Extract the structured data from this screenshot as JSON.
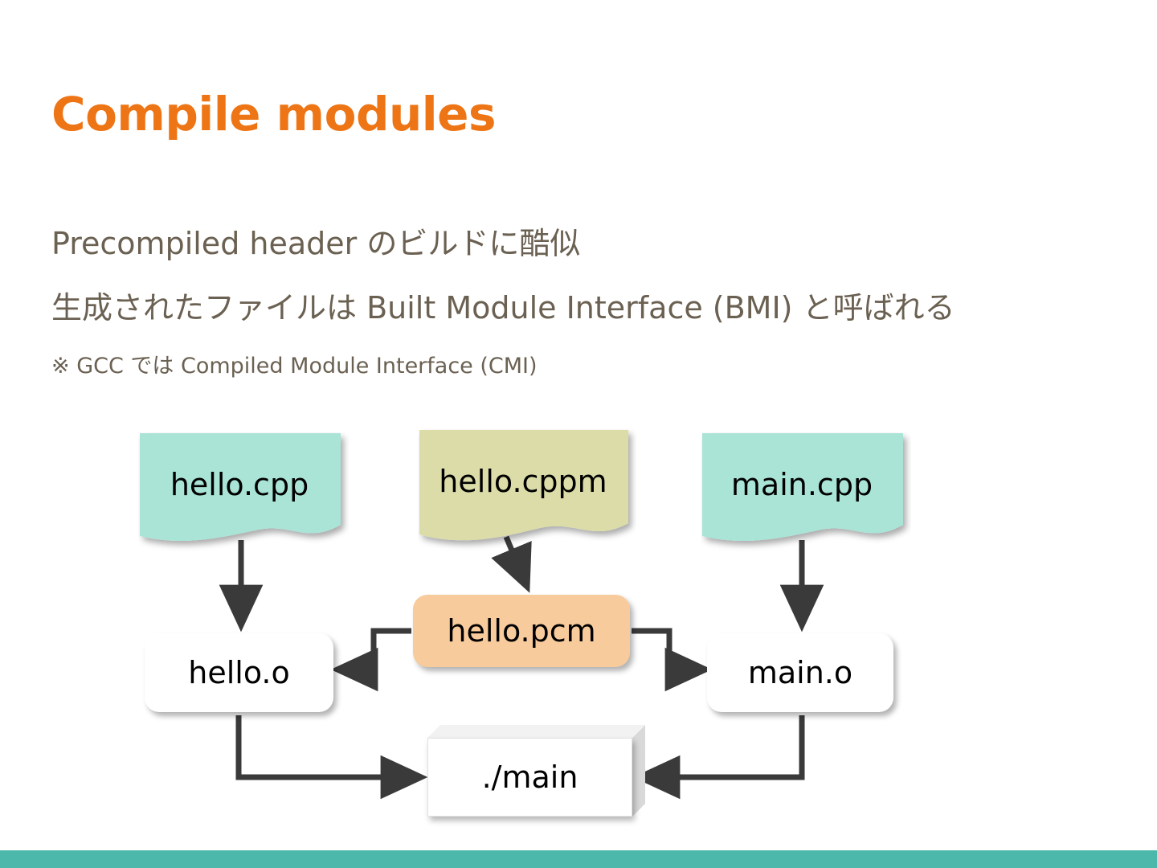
{
  "slide": {
    "title": "Compile modules",
    "body_lines": [
      "Precompiled header のビルドに酷似",
      "生成されたファイルは Built Module Interface (BMI) と呼ばれる",
      "※ GCC では Compiled Module Interface (CMI)"
    ],
    "accent_color": "#EE7515",
    "body_text_color": "#6B6152",
    "footer_color": "#4CB8AC",
    "background_color": "#FFFFFF"
  },
  "diagram": {
    "type": "flowchart",
    "nodes": [
      {
        "id": "hello-cpp",
        "label": "hello.cpp",
        "shape": "document",
        "fill": "#A9E4D7"
      },
      {
        "id": "hello-cppm",
        "label": "hello.cppm",
        "shape": "document",
        "fill": "#DCDCA9"
      },
      {
        "id": "main-cpp",
        "label": "main.cpp",
        "shape": "document",
        "fill": "#A9E4D7"
      },
      {
        "id": "hello-pcm",
        "label": "hello.pcm",
        "shape": "rounded-rect",
        "fill": "#F8CB9C"
      },
      {
        "id": "hello-o",
        "label": "hello.o",
        "shape": "rounded-rect",
        "fill": "#FFFFFF"
      },
      {
        "id": "main-o",
        "label": "main.o",
        "shape": "rounded-rect",
        "fill": "#FFFFFF"
      },
      {
        "id": "main-exe",
        "label": "./main",
        "shape": "box-3d",
        "fill": "#FFFFFF"
      }
    ],
    "edges": [
      {
        "from": "hello-cpp",
        "to": "hello-o"
      },
      {
        "from": "hello-cppm",
        "to": "hello-pcm"
      },
      {
        "from": "main-cpp",
        "to": "main-o"
      },
      {
        "from": "hello-pcm",
        "to": "hello-o"
      },
      {
        "from": "hello-pcm",
        "to": "main-o"
      },
      {
        "from": "hello-o",
        "to": "main-exe"
      },
      {
        "from": "main-o",
        "to": "main-exe"
      }
    ],
    "edge_color": "#3A3A3A"
  }
}
